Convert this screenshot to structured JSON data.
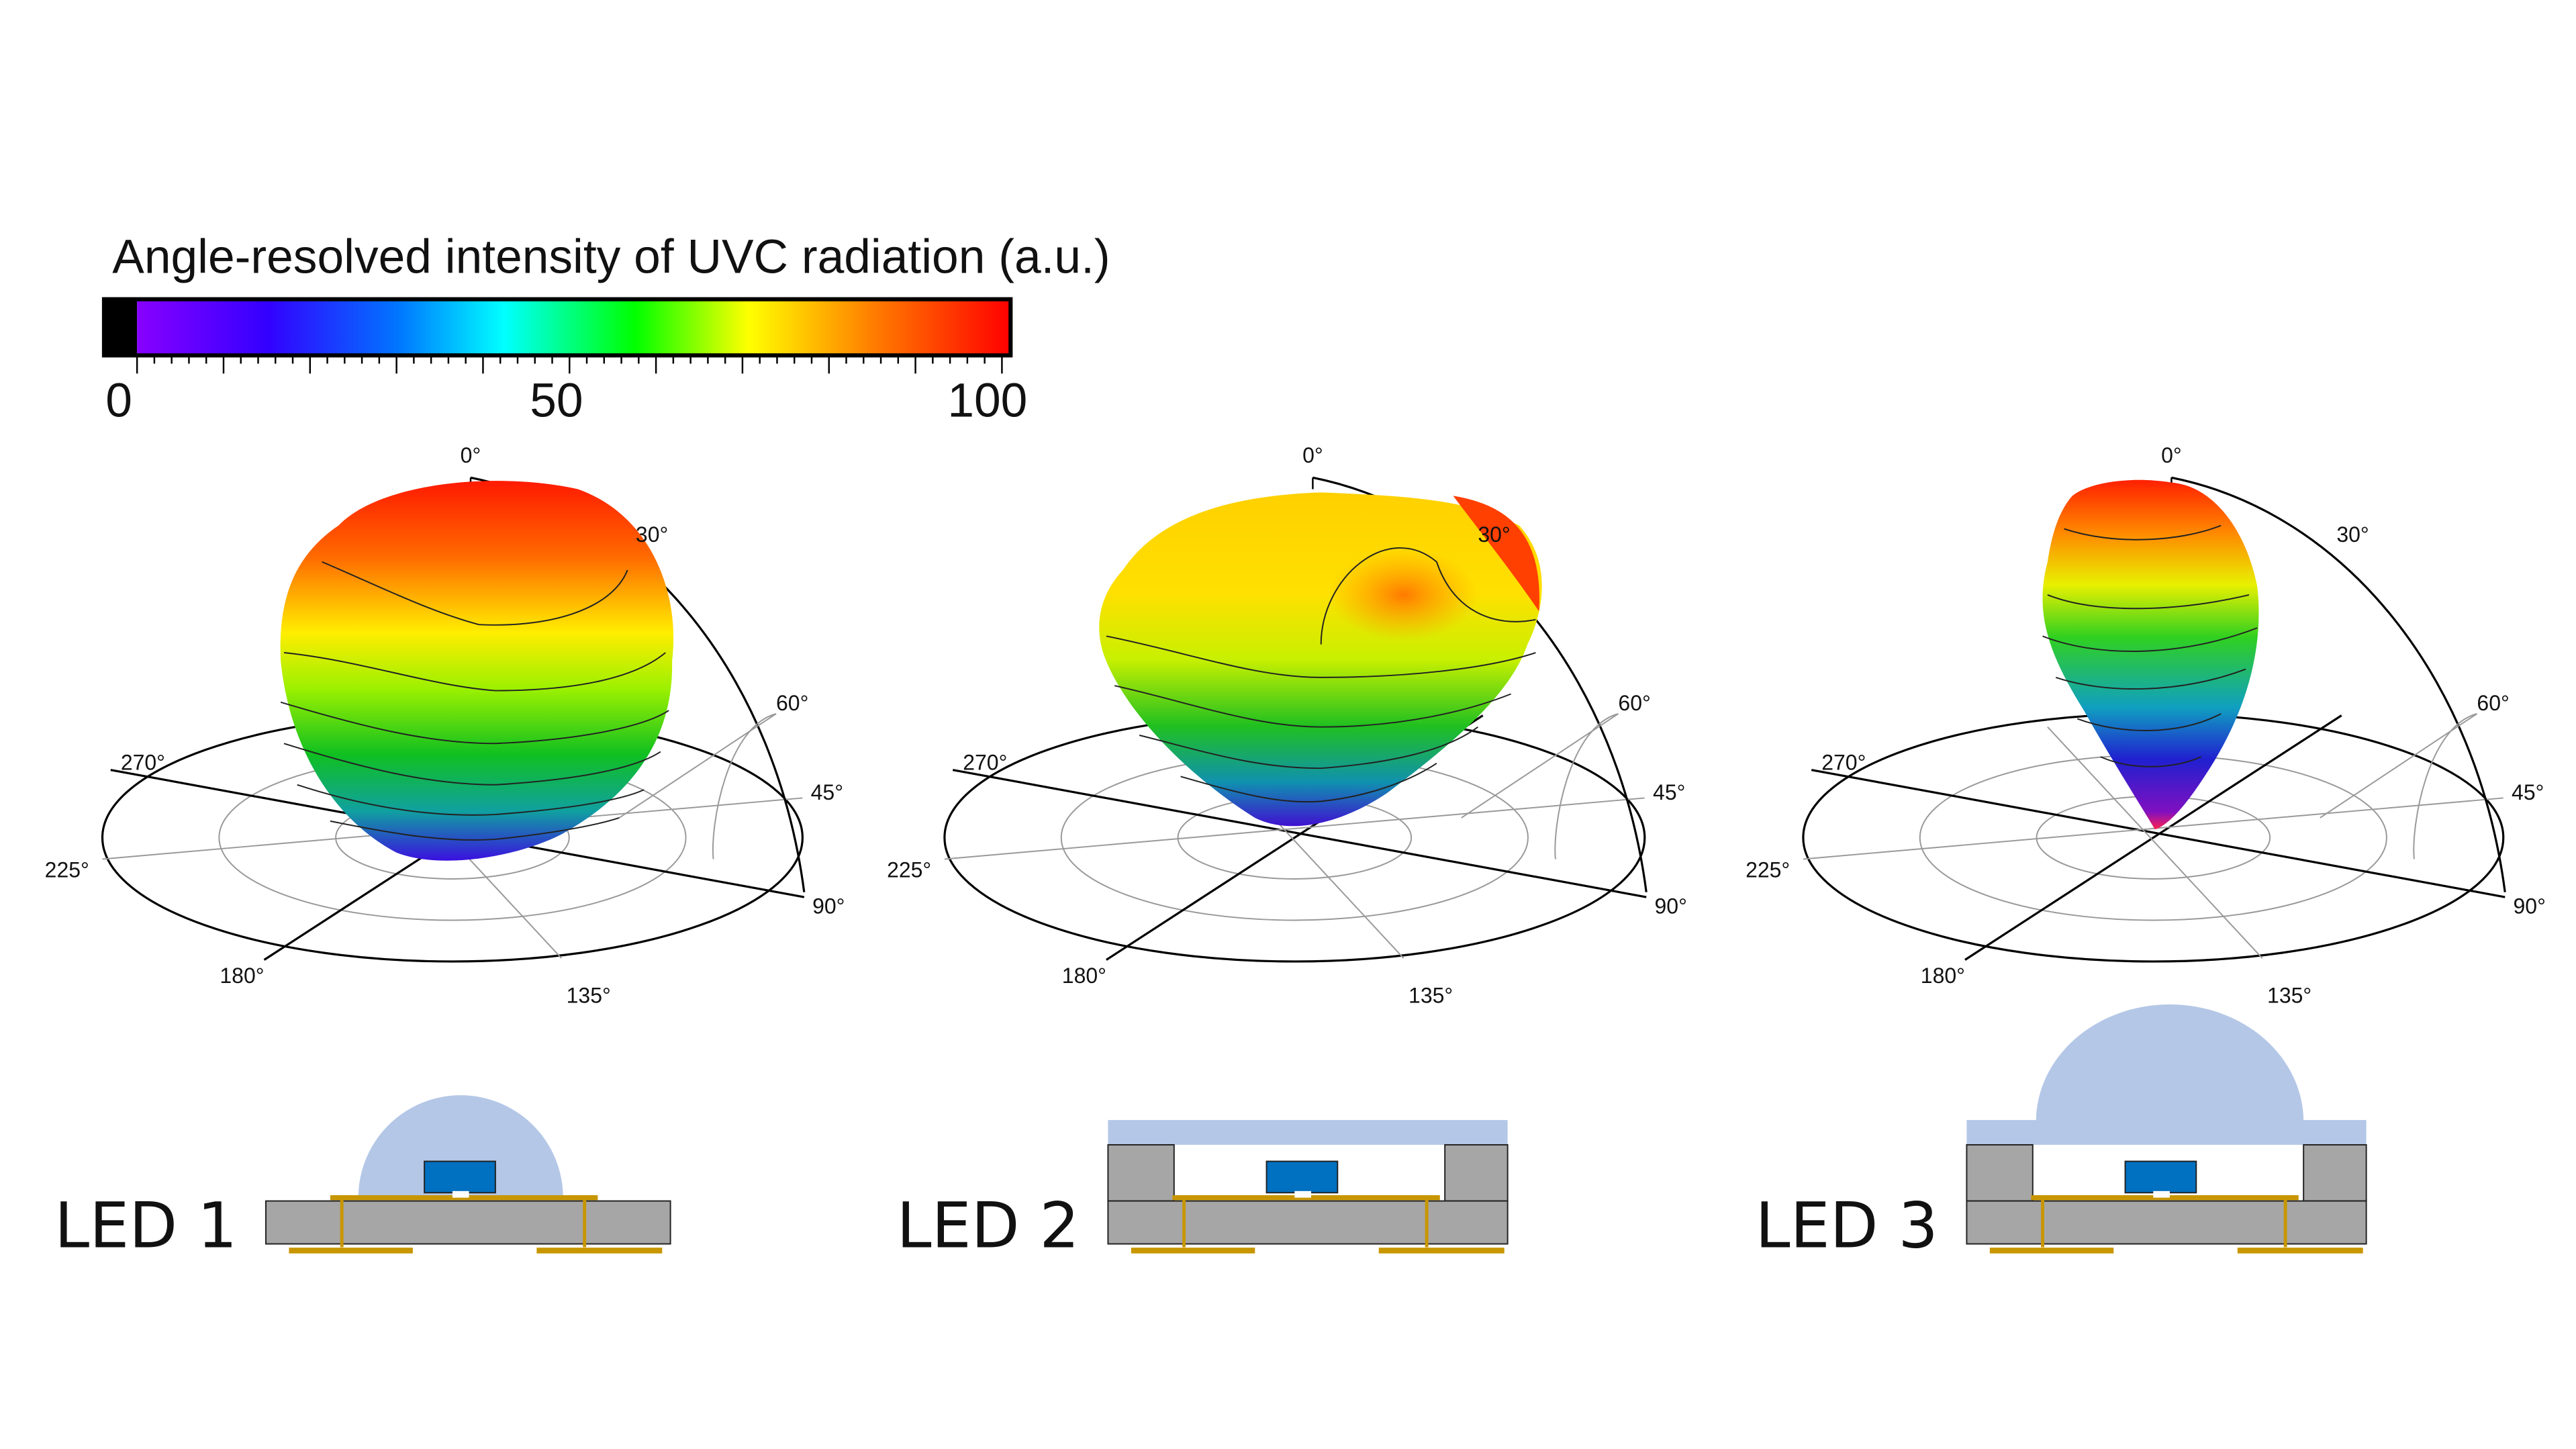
{
  "colorbar": {
    "title": "Angle-resolved intensity of UVC radiation (a.u.)",
    "ticks": [
      "0",
      "50",
      "100"
    ],
    "range": [
      0,
      100
    ],
    "colors": [
      "#000000",
      "#8800ff",
      "#3300ff",
      "#0066ff",
      "#00ffff",
      "#00ff00",
      "#ffff00",
      "#ff8800",
      "#ff0000"
    ]
  },
  "polar_labels": {
    "elevation": [
      "0°",
      "30°",
      "60°"
    ],
    "azimuth": [
      "270°",
      "225°",
      "180°",
      "135°",
      "90°",
      "45°"
    ]
  },
  "plots": [
    {
      "name": "LED 1"
    },
    {
      "name": "LED 2"
    },
    {
      "name": "LED 3"
    }
  ],
  "package_colors": {
    "substrate": "#a6a6a6",
    "encapsulant": "#b4c7e7",
    "chip": "#0070c0",
    "contacts": "#c89600"
  }
}
